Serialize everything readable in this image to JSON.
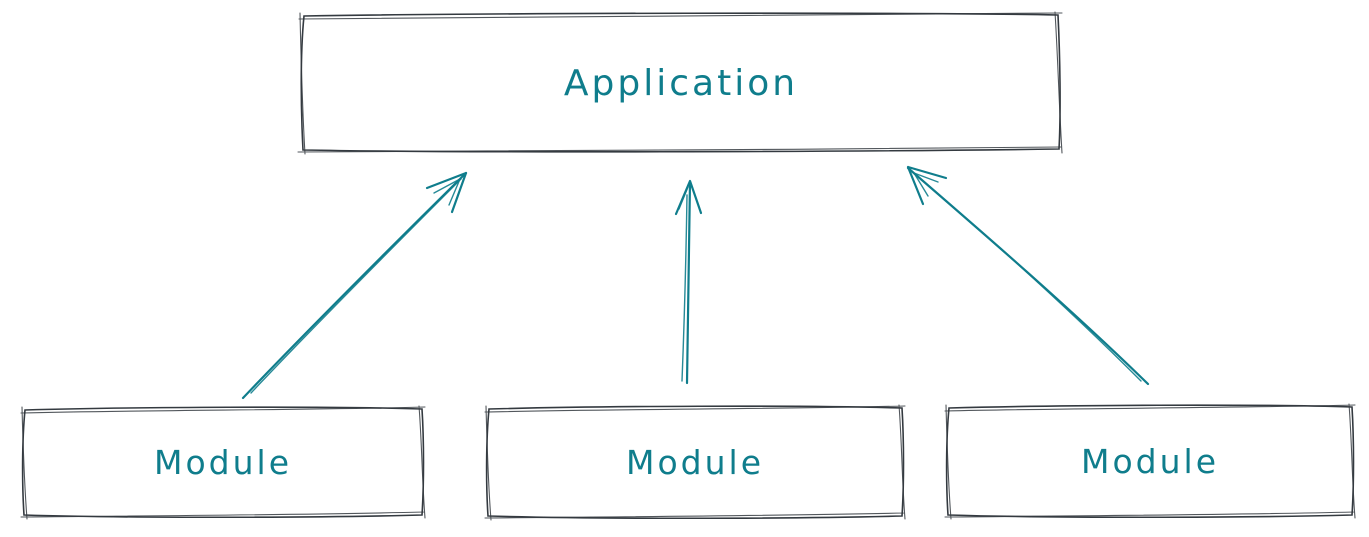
{
  "diagram": {
    "type": "hand-drawn-architecture-diagram",
    "nodes": [
      {
        "id": "application",
        "label": "Application"
      },
      {
        "id": "module-1",
        "label": "Module"
      },
      {
        "id": "module-2",
        "label": "Module"
      },
      {
        "id": "module-3",
        "label": "Module"
      }
    ],
    "edges": [
      {
        "from": "module-1",
        "to": "application",
        "style": "arrow-up"
      },
      {
        "from": "module-2",
        "to": "application",
        "style": "arrow-up"
      },
      {
        "from": "module-3",
        "to": "application",
        "style": "arrow-up"
      }
    ],
    "colors": {
      "accent": "#0f7d8c",
      "box_stroke": "#343a40",
      "background": "#ffffff"
    }
  }
}
